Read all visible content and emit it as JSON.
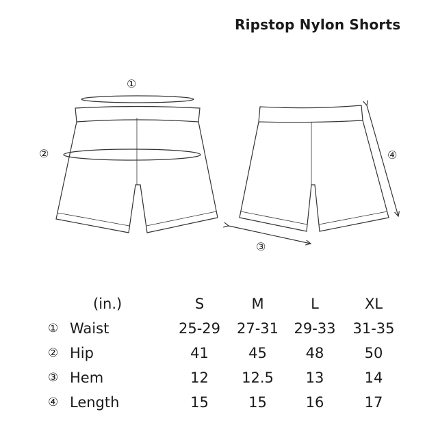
{
  "title": "Ripstop Nylon Shorts",
  "markers": {
    "waist": "①",
    "hip": "②",
    "hem": "③",
    "length": "④"
  },
  "table": {
    "unit_label": "(in.)",
    "sizes": [
      "S",
      "M",
      "L",
      "XL"
    ],
    "rows": [
      {
        "marker": "①",
        "name": "Waist",
        "values": [
          "25-29",
          "27-31",
          "29-33",
          "31-35"
        ]
      },
      {
        "marker": "②",
        "name": "Hip",
        "values": [
          "41",
          "45",
          "48",
          "50"
        ]
      },
      {
        "marker": "③",
        "name": "Hem",
        "values": [
          "12",
          "12.5",
          "13",
          "14"
        ]
      },
      {
        "marker": "④",
        "name": "Length",
        "values": [
          "15",
          "15",
          "16",
          "17"
        ]
      }
    ]
  }
}
